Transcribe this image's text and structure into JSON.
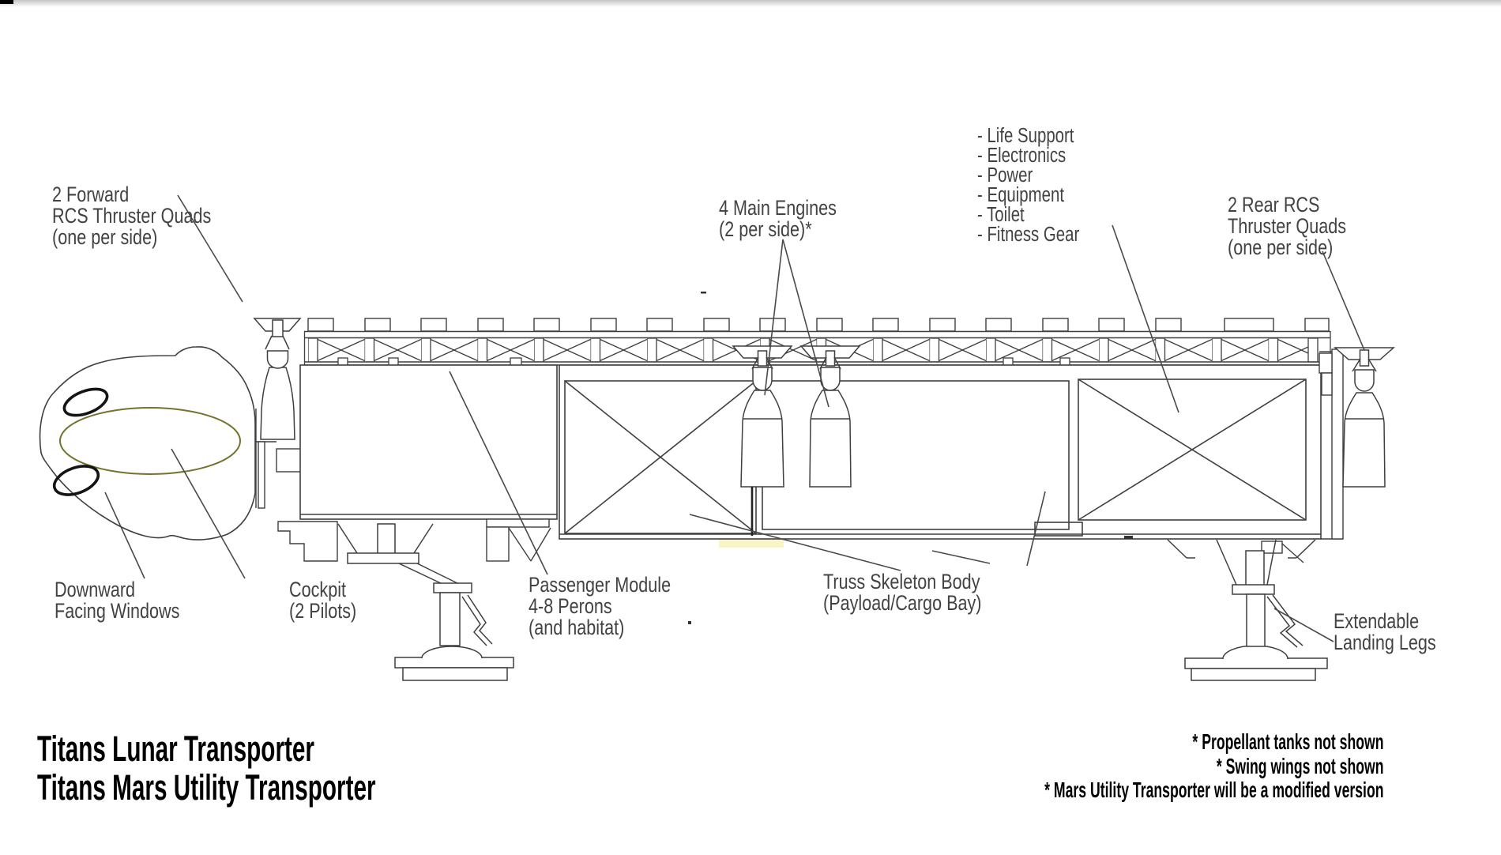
{
  "diagram": {
    "annotations": {
      "forward_rcs": {
        "lines": [
          "2 Forward",
          "RCS Thruster Quads",
          "(one per side)"
        ]
      },
      "main_engines": {
        "lines": [
          "4 Main Engines",
          "(2 per side)*"
        ]
      },
      "module_contents": {
        "items": [
          "- Life Support",
          "- Electronics",
          "- Power",
          "- Equipment",
          "- Toilet",
          "- Fitness Gear"
        ]
      },
      "rear_rcs": {
        "lines": [
          "2 Rear RCS",
          "Thruster Quads",
          "(one per side)"
        ]
      },
      "downward_windows": {
        "lines": [
          "Downward",
          "Facing Windows"
        ]
      },
      "cockpit": {
        "lines": [
          "Cockpit",
          "(2 Pilots)"
        ]
      },
      "passenger_module": {
        "lines": [
          "Passenger Module",
          "4-8 Perons",
          "(and habitat)"
        ]
      },
      "truss_body": {
        "lines": [
          "Truss Skeleton Body",
          "(Payload/Cargo Bay)"
        ]
      },
      "landing_legs": {
        "lines": [
          "Extendable",
          "Landing Legs"
        ]
      }
    },
    "titles": [
      "Titans Lunar Transporter",
      "Titans Mars Utility Transporter"
    ],
    "footnotes": [
      "* Propellant tanks not shown",
      "* Swing wings not shown",
      "* Mars Utility Transporter will be a modified version"
    ],
    "colors": {
      "line": "#3f3f3f",
      "label_text": "#424242",
      "title_text": "#000000",
      "window_stroke": "#141414",
      "accent_olive": "#73732e",
      "highlight_yellow": "#faf5c8"
    }
  }
}
